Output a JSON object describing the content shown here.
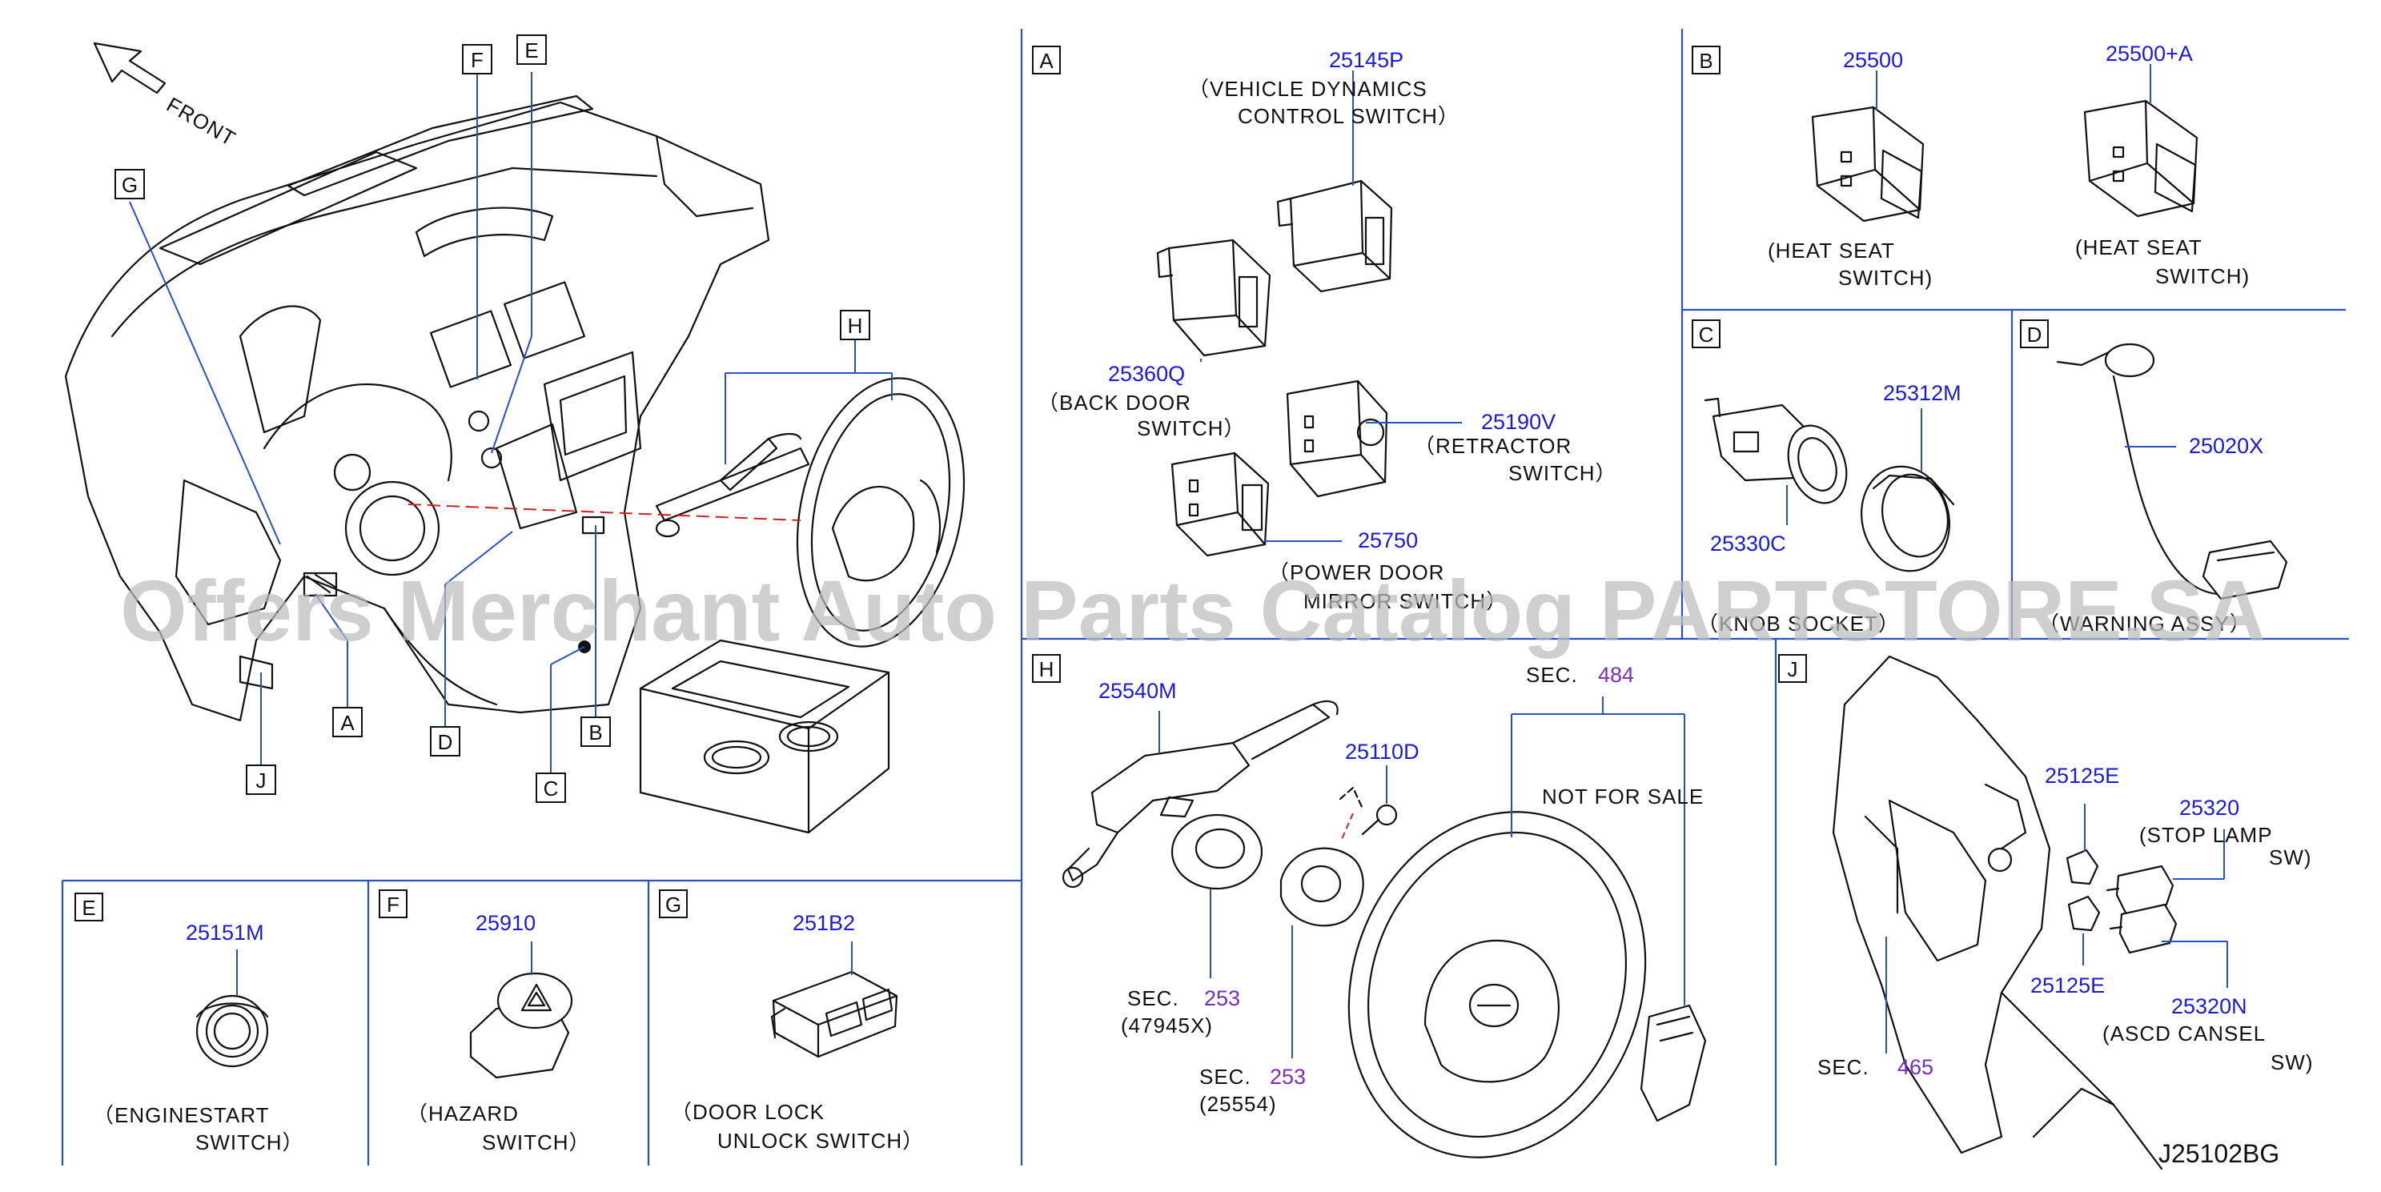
{
  "diagram": {
    "front_label": "FRONT",
    "overview_callouts": [
      "F",
      "E",
      "G",
      "H",
      "A",
      "D",
      "C",
      "B",
      "J"
    ],
    "diagram_code": "J25102BG",
    "watermark": "Offers Merchant Auto Parts Catalog PARTSTORE.SA",
    "colors": {
      "part_number": "#1a1adc",
      "section_ref": "#7b2bbf",
      "leader": "#2a50c8",
      "ink": "#111111"
    }
  },
  "panel_A": {
    "letter": "A",
    "p1": {
      "number": "25145P",
      "label_1": "（VEHICLE  DYNAMICS",
      "label_2": "CONTROL  SWITCH）"
    },
    "p2": {
      "number": "25360Q",
      "label_1": "（BACK  DOOR",
      "label_2": "SWITCH）"
    },
    "p3": {
      "number": "25190V",
      "label_1": "（RETRACTOR",
      "label_2": "SWITCH）"
    },
    "p4": {
      "number": "25750",
      "label_1": "（POWER  DOOR",
      "label_2": "MIRROR SWITCH）"
    }
  },
  "panel_B": {
    "letter": "B",
    "p1": {
      "number": "25500",
      "label_1": "(HEAT  SEAT",
      "label_2": "SWITCH)"
    },
    "p2": {
      "number": "25500+A",
      "label_1": "(HEAT  SEAT",
      "label_2": "SWITCH)"
    }
  },
  "panel_C": {
    "letter": "C",
    "p1": {
      "number": "25312M"
    },
    "p2": {
      "number": "25330C"
    },
    "label": "（KNOB  SOCKET）"
  },
  "panel_D": {
    "letter": "D",
    "p1": {
      "number": "25020X"
    },
    "label": "（WARNING  ASSY）"
  },
  "panel_E": {
    "letter": "E",
    "number": "25151M",
    "label_1": "（ENGINESTART",
    "label_2": "SWITCH）"
  },
  "panel_F": {
    "letter": "F",
    "number": "25910",
    "label_1": "（HAZARD",
    "label_2": "SWITCH）"
  },
  "panel_G": {
    "letter": "G",
    "number": "251B2",
    "label_1": "（DOOR  LOCK",
    "label_2": "UNLOCK  SWITCH）"
  },
  "panel_H": {
    "letter": "H",
    "p1": {
      "number": "25540M"
    },
    "p2": {
      "number": "25110D"
    },
    "sec_prefix": "SEC.",
    "sec_484": "484",
    "not_for_sale": "NOT  FOR  SALE",
    "sec_253_a": "253",
    "ref_a": "(47945X)",
    "sec_253_b": "253",
    "ref_b": "(25554)"
  },
  "panel_J": {
    "letter": "J",
    "p1": {
      "number": "25125E"
    },
    "p2": {
      "number": "25320",
      "label_1": "(STOP  LAMP",
      "label_2": "SW)"
    },
    "p3": {
      "number": "25125E"
    },
    "p4": {
      "number": "25320N",
      "label_1": "(ASCD  CANSEL",
      "label_2": "SW)"
    },
    "sec_prefix": "SEC.",
    "sec_465": "465"
  }
}
